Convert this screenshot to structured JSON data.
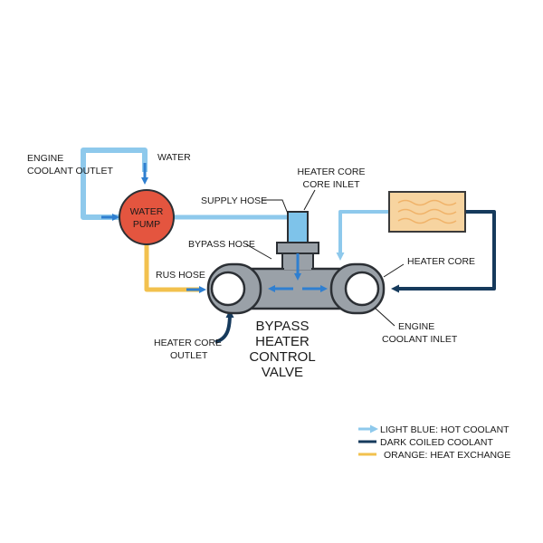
{
  "colors": {
    "hot_coolant": "#8ec9ec",
    "dark_coolant": "#163a5c",
    "heat_exchange": "#f2c14e",
    "arrow_blue": "#2f7fd0",
    "pump_fill": "#e4553f",
    "heater_fill": "#f7d4a0",
    "heater_wave": "#f0b36a",
    "valve_fill": "#9aa1a8",
    "valve_stroke": "#2b2f34",
    "inlet_fill": "#7ec3ea"
  },
  "labels": {
    "engine_coolant_outlet_1": "ENGINE",
    "engine_coolant_outlet_2": "COOLANT OUTLET",
    "water": "WATER",
    "water_pump_1": "WATER",
    "water_pump_2": "PUMP",
    "supply_hose": "SUPPLY HOSE",
    "heater_core_inlet_1": "HEATER CORE",
    "heater_core_inlet_2": "CORE INLET",
    "bypass_hose": "BYPASS HOSE",
    "rus_hose": "RUS HOSE",
    "heater_core": "HEATER CORE",
    "heater_core_outlet_1": "HEATER CORE",
    "heater_core_outlet_2": "OUTLET",
    "valve_1": "BYPASS",
    "valve_2": "HEATER",
    "valve_3": "CONTROL",
    "valve_4": "VALVE",
    "engine_coolant_inlet_1": "ENGINE",
    "engine_coolant_inlet_2": "COOLANT INLET"
  },
  "legend": [
    {
      "label": "LIGHT BLUE: HOT COOLANT",
      "color": "#8ec9ec",
      "marker": "arrow"
    },
    {
      "label": "DARK COILED COOLANT",
      "color": "#163a5c",
      "marker": "line"
    },
    {
      "label": "ORANGE: HEAT EXCHANGE",
      "color": "#f2c14e",
      "marker": "line"
    }
  ]
}
